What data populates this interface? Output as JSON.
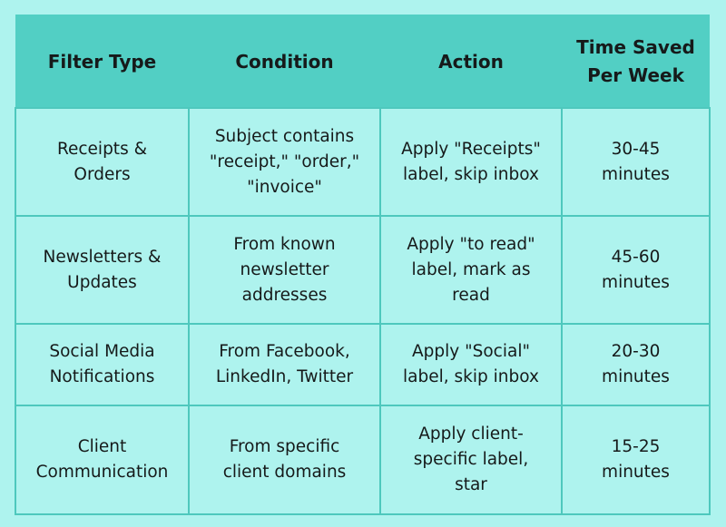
{
  "headers": {
    "filter_type": "Filter Type",
    "condition": "Condition",
    "action": "Action",
    "time_saved": "Time Saved\nPer Week"
  },
  "rows": [
    {
      "filter_type": "Receipts &\nOrders",
      "condition": "Subject contains\n\"receipt,\" \"order,\"\n\"invoice\"",
      "action": "Apply \"Receipts\"\nlabel, skip inbox",
      "time_saved": "30-45\nminutes"
    },
    {
      "filter_type": "Newsletters &\nUpdates",
      "condition": "From known\nnewsletter\naddresses",
      "action": "Apply \"to read\"\nlabel, mark as\nread",
      "time_saved": "45-60\nminutes"
    },
    {
      "filter_type": "Social Media\nNotifications",
      "condition": "From Facebook,\nLinkedIn, Twitter",
      "action": "Apply \"Social\"\nlabel, skip inbox",
      "time_saved": "20-30\nminutes"
    },
    {
      "filter_type": "Client\nCommunication",
      "condition": "From specific\nclient domains",
      "action": "Apply client-\nspecific label,\nstar",
      "time_saved": "15-25\nminutes"
    }
  ],
  "colors": {
    "background": "#aef3ee",
    "header_background": "#52cfc4",
    "border": "#4ec8bd"
  }
}
